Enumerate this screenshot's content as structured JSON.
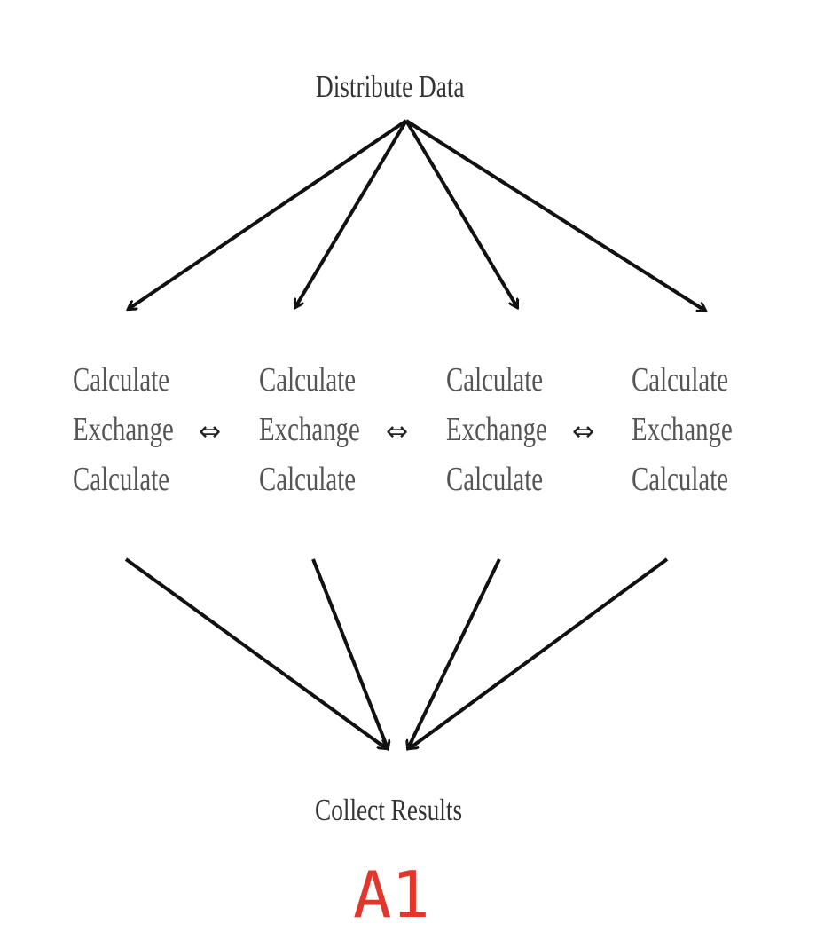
{
  "diagram": {
    "distribute_label": "Distribute Data",
    "collect_label": "Collect Results",
    "workers": [
      {
        "line1": "Calculate",
        "line2": "Exchange",
        "line3": "Calculate"
      },
      {
        "line1": "Calculate",
        "line2": "Exchange",
        "line3": "Calculate"
      },
      {
        "line1": "Calculate",
        "line2": "Exchange",
        "line3": "Calculate"
      },
      {
        "line1": "Calculate",
        "line2": "Exchange",
        "line3": "Calculate"
      }
    ],
    "exchange_symbol": "⇔",
    "tag": "A1",
    "colors": {
      "arrow": "#111111",
      "text": "#333333",
      "tag": "#e0362b"
    }
  }
}
